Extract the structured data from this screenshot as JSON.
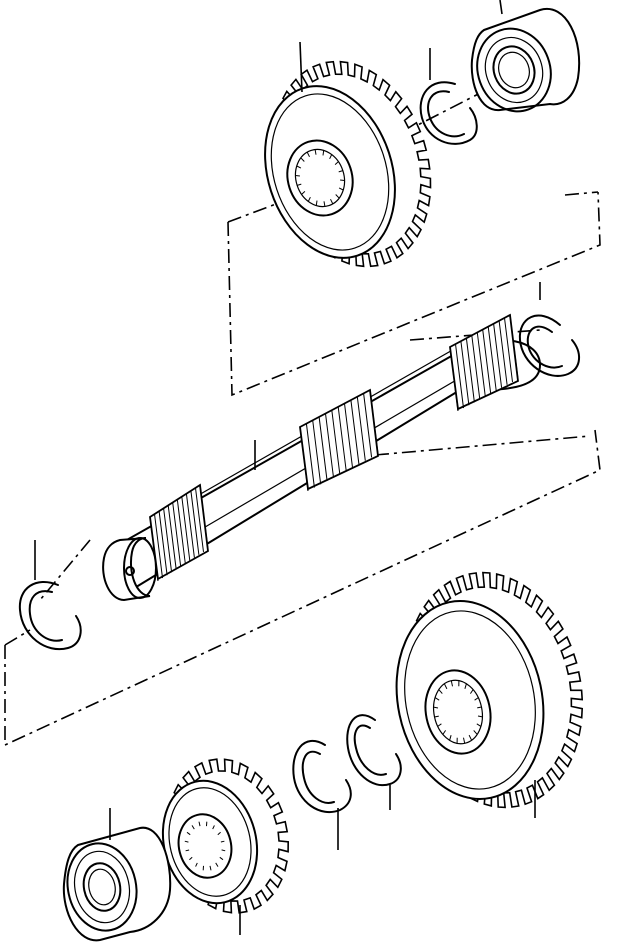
{
  "diagram": {
    "type": "exploded-view",
    "parts": [
      "upper-bearing",
      "upper-snap-ring",
      "upper-gear",
      "shaft-snap-ring-right",
      "countershaft",
      "shaft-snap-ring-left",
      "large-gear",
      "inner-snap-ring",
      "outer-snap-ring",
      "small-gear",
      "lower-bearing"
    ],
    "colors": {
      "ink": "#000000",
      "paper": "#ffffff"
    }
  }
}
